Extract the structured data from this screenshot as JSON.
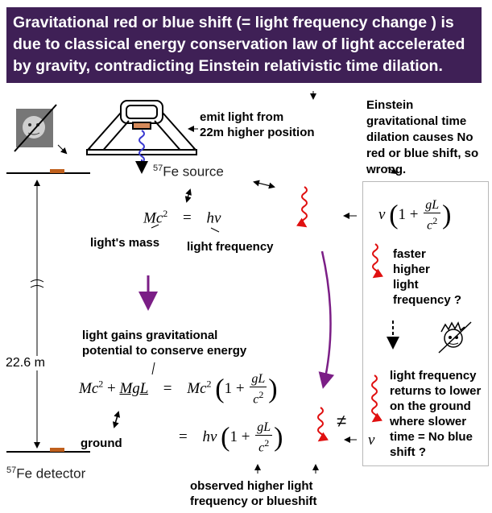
{
  "banner": {
    "line1_a": "Gravitational red or blue shift (= light frequency change ) is",
    "line2_a": "due to ",
    "line2_b": "classical",
    "line2_c": " energy conservation law of light accelerated",
    "line3_a": "by gravity, ",
    "line3_b": "contradicting",
    "line3_c": " Einstein relativistic time dilation."
  },
  "labels": {
    "emit_line1": "emit light from",
    "emit_line2": "22m higher position",
    "source_sup": "57",
    "source_rest": "Fe source",
    "lights_mass": "light's mass",
    "light_frequency": "light frequency",
    "gains_line1": "light gains gravitational",
    "gains_line2": "potential to conserve energy",
    "height": "22.6 m",
    "ground": "ground",
    "detector_sup": "57",
    "detector_rest": "Fe detector",
    "observed_line1": "observed higher light",
    "observed_line2": "frequency or blueshift"
  },
  "einstein_note": {
    "l1": "Einstein",
    "l2": "gravitational time",
    "l3a": "dilation causes ",
    "l3b": "No",
    "l4": "red or blue shift, so",
    "l5": "wrong."
  },
  "right_box": {
    "faster_1": "faster",
    "faster_2": "higher",
    "faster_3": "light",
    "faster_4": "frequency",
    "q1": "?",
    "ret_1": "light frequency",
    "ret_2": "returns to lower",
    "ret_3": "on the ground",
    "ret_4": "where slower",
    "ret_5": "time = No blue",
    "ret_6": "shift ?"
  },
  "equations": {
    "M": "M",
    "c": "c",
    "two": "2",
    "eq": "=",
    "h": "h",
    "nu": "ν",
    "plus": "+",
    "MgL": "MgL",
    "gL": "gL",
    "c2": "c",
    "one": "1",
    "neq": "≠"
  },
  "colors": {
    "banner_bg": "#3f2056",
    "wave_red": "#e01010",
    "arrow_purple": "#7b1e86",
    "wave_blue": "#3a3ad0",
    "plate": "#c0601c"
  }
}
